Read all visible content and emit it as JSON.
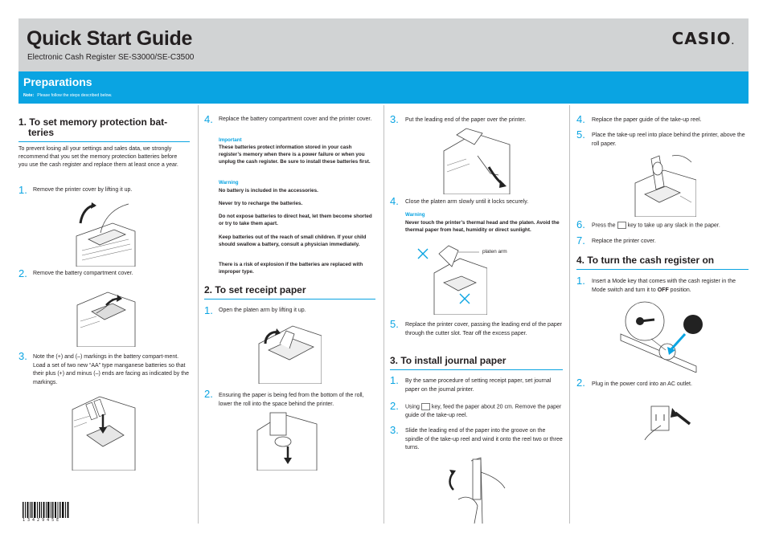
{
  "header": {
    "title": "Quick Start Guide",
    "subtitle": "Electronic Cash Register SE-S3000/SE-C3500",
    "logo": "CASIO"
  },
  "preparations": {
    "title": "Preparations",
    "note_label": "Note:",
    "note_text": "Please follow the steps described below."
  },
  "section1": {
    "title": "1. To set memory protection bat-teries",
    "title_line1": "1. To set memory protection bat-",
    "title_line2": "teries",
    "intro": "To prevent losing all your settings and sales data, we strongly recommend that you set the memory protection batteries before you use the cash register and replace them at least once a year.",
    "steps": [
      {
        "num": "1.",
        "text": "Remove the printer cover by lifting it up."
      },
      {
        "num": "2.",
        "text": "Remove the battery compartment cover."
      },
      {
        "num": "3.",
        "text": "Note the (+) and (–) markings in the battery compart-ment. Load a set of two new “AA” type manganese batteries so that their plus (+) and minus (–) ends are facing as indicated by the markings."
      },
      {
        "num": "4.",
        "text": "Replace the battery compartment cover and the printer cover."
      }
    ],
    "important_label": "Important",
    "important_text": "These batteries protect information stored in your cash register’s memory when there is a power failure or when you unplug the cash register. Be sure to install these batteries first.",
    "warning_label": "Warning",
    "warnings": [
      "No battery is included in the accessories.",
      "Never try to recharge the batteries.",
      "Do not expose batteries to direct heat, let them become shorted or try to take them apart.",
      "Keep batteries out of the reach of small children. If your child should swallow a battery, consult a physician immediately.",
      "There is a risk of explosion if the batteries are replaced with improper type."
    ]
  },
  "section2": {
    "title": "2. To set receipt paper",
    "steps": [
      {
        "num": "1.",
        "text": "Open the platen arm by lifting it up."
      },
      {
        "num": "2.",
        "text": "Ensuring the paper is being fed from the bottom of the roll, lower the roll into the space behind the printer."
      },
      {
        "num": "3.",
        "text": "Put the leading end of the paper over the printer."
      },
      {
        "num": "4.",
        "text": "Close the platen arm slowly until it locks securely."
      },
      {
        "num": "5.",
        "text": "Replace the printer cover, passing the leading end of the paper through the cutter slot. Tear off the excess paper."
      }
    ],
    "warning_label": "Warning",
    "warning_text": "Never touch the printer’s thermal head and the platen. Avoid the thermal paper from heat, humidity or direct sunlight.",
    "platen_label": "platen arm"
  },
  "section3": {
    "title": "3. To install journal paper",
    "steps": [
      {
        "num": "1.",
        "text": "By the same procedure of setting receipt paper, set journal paper on the journal printer."
      },
      {
        "num": "2.",
        "text_pre": "Using",
        "text_post": "key, feed the paper about 20 cm. Remove the paper guide of the take-up reel."
      },
      {
        "num": "3.",
        "text": "Slide the leading end of the paper into the groove on the spindle of the take-up reel and wind it onto the reel two or three turns."
      },
      {
        "num": "4.",
        "text": "Replace the paper guide of the take-up reel."
      },
      {
        "num": "5.",
        "text": "Place the take-up reel into place behind the printer, above the roll paper."
      },
      {
        "num": "6.",
        "text_pre": "Press the",
        "text_post": "key to take up any slack in the paper."
      },
      {
        "num": "7.",
        "text": "Replace the printer cover."
      }
    ]
  },
  "section4": {
    "title": "4. To turn the cash register on",
    "steps": [
      {
        "num": "1.",
        "text_pre": "Insert a Mode key that comes with the cash register in the Mode switch and turn it to",
        "text_bold": "OFF",
        "text_post": "position."
      },
      {
        "num": "2.",
        "text": "Plug in the power cord into an AC outlet."
      }
    ]
  },
  "barcode_text": "1 3 4 2 9 4 5 E"
}
